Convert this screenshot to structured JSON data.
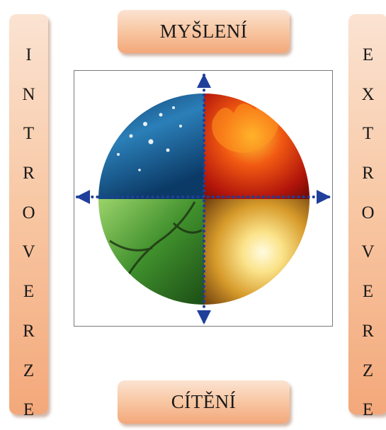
{
  "left_bar": {
    "letters": [
      "I",
      "N",
      "T",
      "R",
      "O",
      "V",
      "E",
      "R",
      "Z",
      "E"
    ]
  },
  "right_bar": {
    "letters": [
      "E",
      "X",
      "T",
      "R",
      "O",
      "V",
      "E",
      "R",
      "Z",
      "E"
    ]
  },
  "top_label": "MYŠLENÍ",
  "bottom_label": "CÍTĚNÍ",
  "colors": {
    "arrow": "#1f3f9a",
    "box_light": "#fbe3d2",
    "box_dark": "#f3a87a"
  },
  "quadrants": {
    "top_left": "water-image",
    "top_right": "fire-image",
    "bottom_left": "forest-image",
    "bottom_right": "sunset-image"
  }
}
